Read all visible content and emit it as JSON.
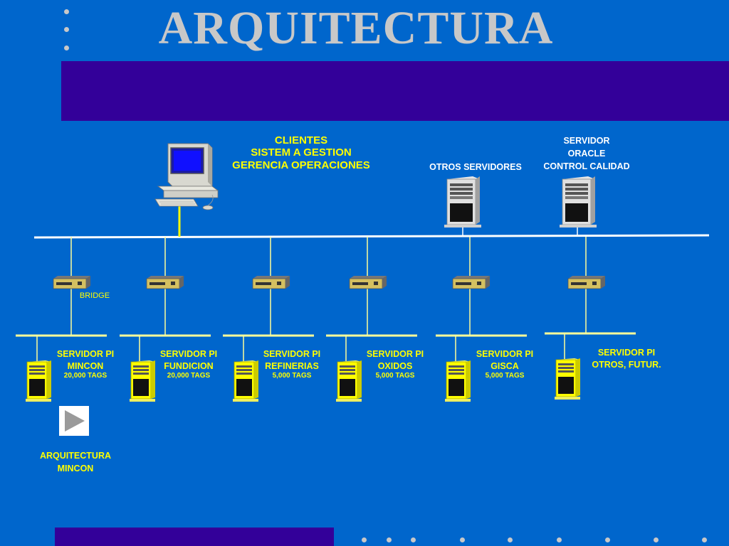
{
  "slide": {
    "title": "ARQUITECTURA"
  },
  "clients": {
    "line1": "CLIENTES",
    "line2": "SISTEM A GESTION",
    "line3": "GERENCIA OPERACIONES"
  },
  "other_servers": {
    "label": "OTROS SERVIDORES"
  },
  "oracle": {
    "line1": "SERVIDOR",
    "line2": "ORACLE",
    "line3": "CONTROL CALIDAD"
  },
  "bridge": {
    "label": "BRIDGE"
  },
  "pi_servers": [
    {
      "line1": "SERVIDOR PI",
      "line2": "MINCON",
      "tags": "20,000 TAGS"
    },
    {
      "line1": "SERVIDOR PI",
      "line2": "FUNDICION",
      "tags": "20,000 TAGS"
    },
    {
      "line1": "SERVIDOR PI",
      "line2": "REFINERIAS",
      "tags": "5,000 TAGS"
    },
    {
      "line1": "SERVIDOR PI",
      "line2": "OXIDOS",
      "tags": "5,000 TAGS"
    },
    {
      "line1": "SERVIDOR PI",
      "line2": "GISCA",
      "tags": "5,000 TAGS"
    },
    {
      "line1": "SERVIDOR PI",
      "line2": "OTROS, FUTUR.",
      "tags": ""
    }
  ],
  "link": {
    "line1": "ARQUITECTURA",
    "line2": "MINCON"
  },
  "colors": {
    "background": "#0066cc",
    "band": "#330099",
    "label_yellow": "#ffff00",
    "network_line_white": "#ffffff",
    "network_line_yellow": "#ffff99",
    "title_gray": "#c8c8c8"
  },
  "icons": {
    "client_pc": "desktop-computer-icon",
    "tower": "server-tower-icon",
    "hub": "network-hub-icon",
    "pi_server": "yellow-server-icon",
    "link_button": "play-arrow-icon"
  }
}
